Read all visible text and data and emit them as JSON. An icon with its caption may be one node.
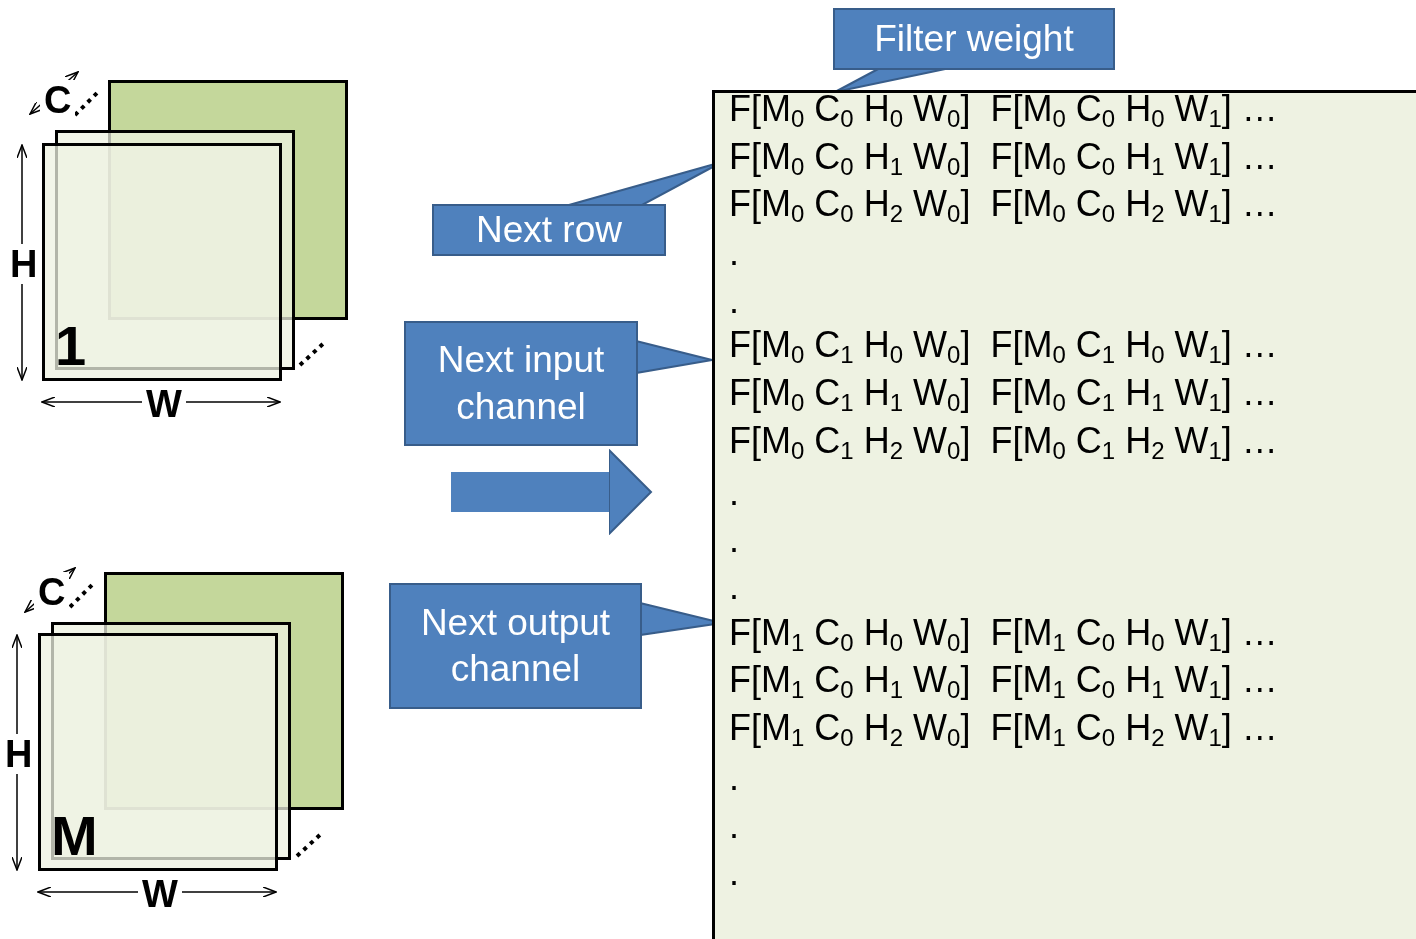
{
  "diagram": {
    "nodes": [
      {
        "text": [],
        "shape": "box"
      },
      {
        "text": [],
        "shape": "box"
      },
      {
        "text": [
          "1"
        ]
      },
      {
        "text": [],
        "shape": "box"
      },
      {
        "text": [],
        "shape": "box"
      },
      {
        "text": [
          "M"
        ]
      },
      {
        "text": [
          "Filter weight"
        ]
      },
      {
        "text": [],
        "shape": "box"
      },
      {
        "text": [
          "F[M$_{0}$ C$_{0}$ H$_{0}$ W$_{0}$]  F[M$_{0}$ C$_{0}$ H$_{0}$ W$_{1}$] …"
        ],
        "in": 7
      },
      {
        "text": [
          "F[M$_{0}$ C$_{0}$ H$_{1}$ W$_{0}$]  F[M$_{0}$ C$_{0}$ H$_{1}$ W$_{1}$] …"
        ],
        "in": 7
      },
      {
        "text": [
          "F[M$_{0}$ C$_{0}$ H$_{2}$ W$_{0}$]  F[M$_{0}$ C$_{0}$ H$_{2}$ W$_{1}$] …"
        ],
        "in": 7
      },
      {
        "text": [
          "."
        ],
        "in": 7
      },
      {
        "text": [
          "."
        ],
        "in": 7
      },
      {
        "text": [
          "F[M$_{0}$ C$_{1}$ H$_{0}$ W$_{0}$]  F[M$_{0}$ C$_{1}$ H$_{0}$ W$_{1}$] …"
        ],
        "in": 7
      },
      {
        "text": [
          "F[M$_{0}$ C$_{1}$ H$_{1}$ W$_{0}$]  F[M$_{0}$ C$_{1}$ H$_{1}$ W$_{1}$] …"
        ],
        "in": 7
      },
      {
        "text": [
          "F[M$_{0}$ C$_{1}$ H$_{2}$ W$_{0}$]  F[M$_{0}$ C$_{1}$ H$_{2}$ W$_{1}$] …"
        ],
        "in": 7
      },
      {
        "text": [
          "."
        ],
        "in": 7
      },
      {
        "text": [
          "."
        ],
        "in": 7
      },
      {
        "text": [
          "."
        ],
        "in": 7
      },
      {
        "text": [
          "F[M$_{1}$ C$_{0}$ H$_{0}$ W$_{0}$]  F[M$_{1}$ C$_{0}$ H$_{0}$ W$_{1}$] …"
        ],
        "in": 7
      },
      {
        "text": [
          "F[M$_{1}$ C$_{0}$ H$_{1}$ W$_{0}$]  F[M$_{1}$ C$_{0}$ H$_{1}$ W$_{1}$] …"
        ],
        "in": 7
      },
      {
        "text": [
          "F[M$_{1}$ C$_{0}$ H$_{2}$ W$_{0}$]  F[M$_{1}$ C$_{0}$ H$_{2}$ W$_{1}$] …"
        ],
        "in": 7
      },
      {
        "text": [
          "."
        ],
        "in": 7
      },
      {
        "text": [
          "."
        ],
        "in": 7
      },
      {
        "text": [
          "."
        ],
        "in": 7
      },
      {
        "text": [
          "Next row"
        ]
      },
      {
        "text": [
          "Next input channel"
        ]
      },
      {
        "text": [
          "Next output channel"
        ]
      }
    ],
    "edges": [
      {
        "from": 6,
        "to": 7,
        "arrow": "none"
      },
      {
        "from": 25,
        "to": 9,
        "arrow": "none"
      },
      {
        "from": 26,
        "to": 13,
        "arrow": "none"
      },
      {
        "from": 27,
        "to": 19,
        "arrow": "none"
      },
      {
        "from": null,
        "to": 7,
        "arrow": "to"
      }
    ],
    "labels": [
      "C",
      "H",
      "W",
      "C",
      "H",
      "W"
    ]
  }
}
